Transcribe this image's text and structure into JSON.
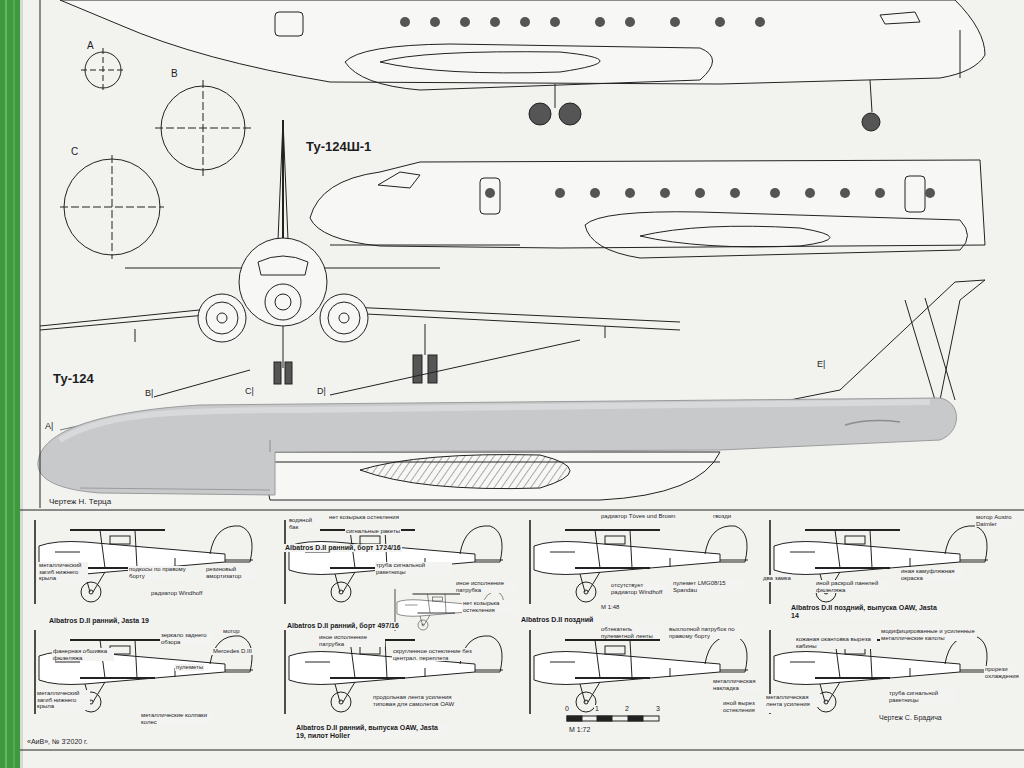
{
  "diagram": {
    "labels": [
      "A",
      "B",
      "C",
      "Ту-124Ш-1",
      "Ту-124",
      "A|",
      "B|",
      "C|",
      "D|",
      "E|",
      "Чертеж Н. Терца",
      "металлический загиб нижнего крыла",
      "подкосы по правому борту",
      "резиновый амортизатор",
      "радиатор Windhoff",
      "Albatros D.II ранний, Jasta 19",
      "водяной бак",
      "нет козырька остекления",
      "сигнальные ракеты",
      "Albatros D.II ранний, борт 1724/16",
      "труба сигнальной ракетницы",
      "иное исполнение патрубка",
      "нет козырька остекления",
      "радиатор Töves und Brown",
      "гвозди",
      "отсутствует радиатор Windhoff",
      "пулемет LMG08/15 Spandau",
      "M 1:48",
      "Albatros D.II поздний",
      "мотор Austro Daimler",
      "два замка",
      "иной раскрой панелей фюзеляжа",
      "иная камуфляжная окраска",
      "Albatros D.II поздний, выпуска OAW, Jasta 14",
      "зеркало заднего обзора",
      "мотор",
      "фанерная обшивка фюзеляжа",
      "Mercedes D.III",
      "пулеметы",
      "металлический загиб нижнего крыла",
      "металлические колпаки колес",
      "иное исполнение патрубка",
      "Albatros D.II ранний, борт 497/16",
      "скругленное остекление без централ. переплета",
      "продольная лента усиления типовая для самолетов OAW",
      "Albatros D.II ранний, выпуска OAW, Jasta 19, пилот Holler",
      "обтекатель пулеметной ленты",
      "выхлопной патрубок по правому борту",
      "металлическая накладка",
      "иной вырез остекления",
      "0",
      "1",
      "2",
      "3",
      "M 1:72",
      "кожаная окантовка выреза кабины",
      "модифицированные и усиленные металлические капоты",
      "металлическая лента усиления",
      "труба сигнальной ракетницы",
      "прорези охлаждения",
      "Чертеж С. Брадича",
      "«АиВ», № 3'2020 г."
    ]
  }
}
